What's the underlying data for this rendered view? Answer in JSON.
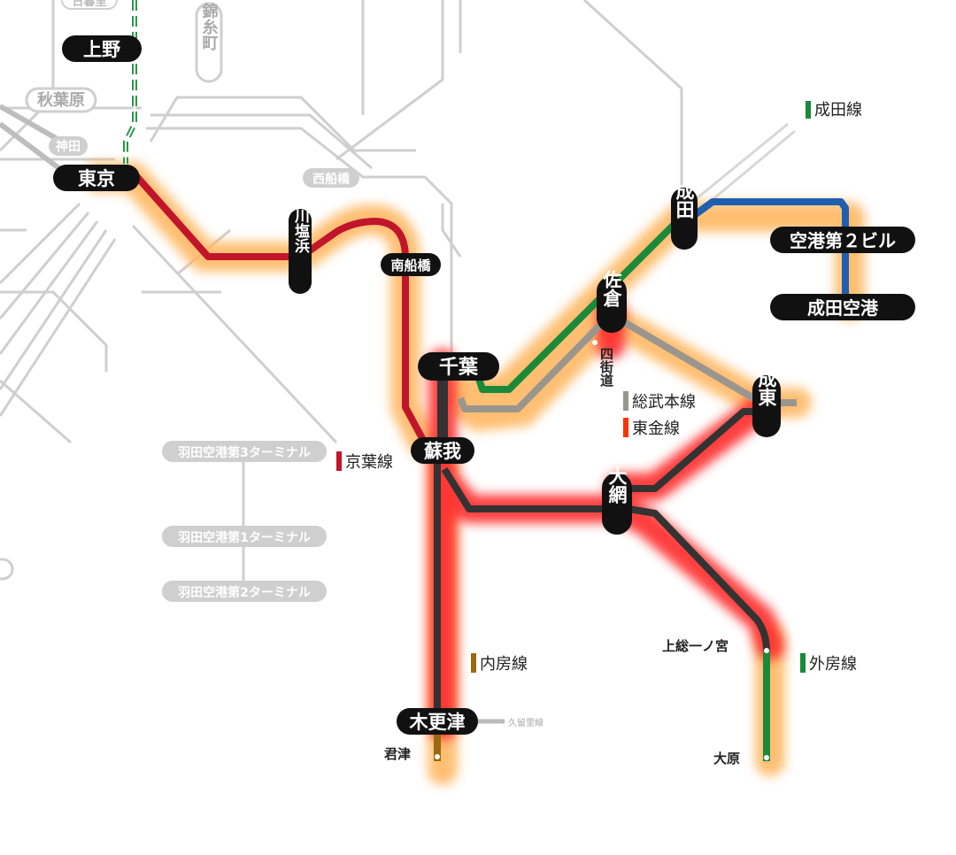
{
  "map": {
    "stations": {
      "ueno": "上野",
      "akihabara": "秋葉原",
      "kanda": "神田",
      "tokyo": "東京",
      "kinshicho": "錦糸町",
      "nishifunabashi": "西船橋",
      "ichikawashiohama": "市川塩浜",
      "minamifunabashi": "南船橋",
      "chiba": "千葉",
      "soga": "蘇我",
      "narita": "成田",
      "airport_terminal2": "空港第２ビル",
      "narita_airport": "成田空港",
      "sakura": "佐倉",
      "yotsukaido": "四街道",
      "naruto": "成東",
      "oami": "大網",
      "kazusa_ichinomiya": "上総一ノ宮",
      "ohara": "大原",
      "kisarazu": "木更津",
      "kimitsu": "君津",
      "haneda_t3": "羽田空港第3ターミナル",
      "haneda_t1": "羽田空港第1ターミナル",
      "haneda_t2": "羽田空港第2ターミナル",
      "kururi_line": "久留里線",
      "top_cut": "日暮里"
    },
    "lines": {
      "narita": {
        "label": "成田線",
        "color": "#1a8a3a"
      },
      "sobu": {
        "label": "総武本線",
        "color": "#9a968e"
      },
      "togane": {
        "label": "東金線",
        "color": "#ff3300"
      },
      "keiyo": {
        "label": "京葉線",
        "color": "#c0152a"
      },
      "uchibo": {
        "label": "内房線",
        "color": "#9a6a10"
      },
      "sotobo": {
        "label": "外房線",
        "color": "#1a8a3a"
      }
    },
    "colors": {
      "orange_highlight": "#ffb45a",
      "red_highlight": "#ff3030",
      "dark_line": "#333333",
      "airport_line": "#1e5fb0",
      "background_lines": "#c8c8c8"
    }
  }
}
